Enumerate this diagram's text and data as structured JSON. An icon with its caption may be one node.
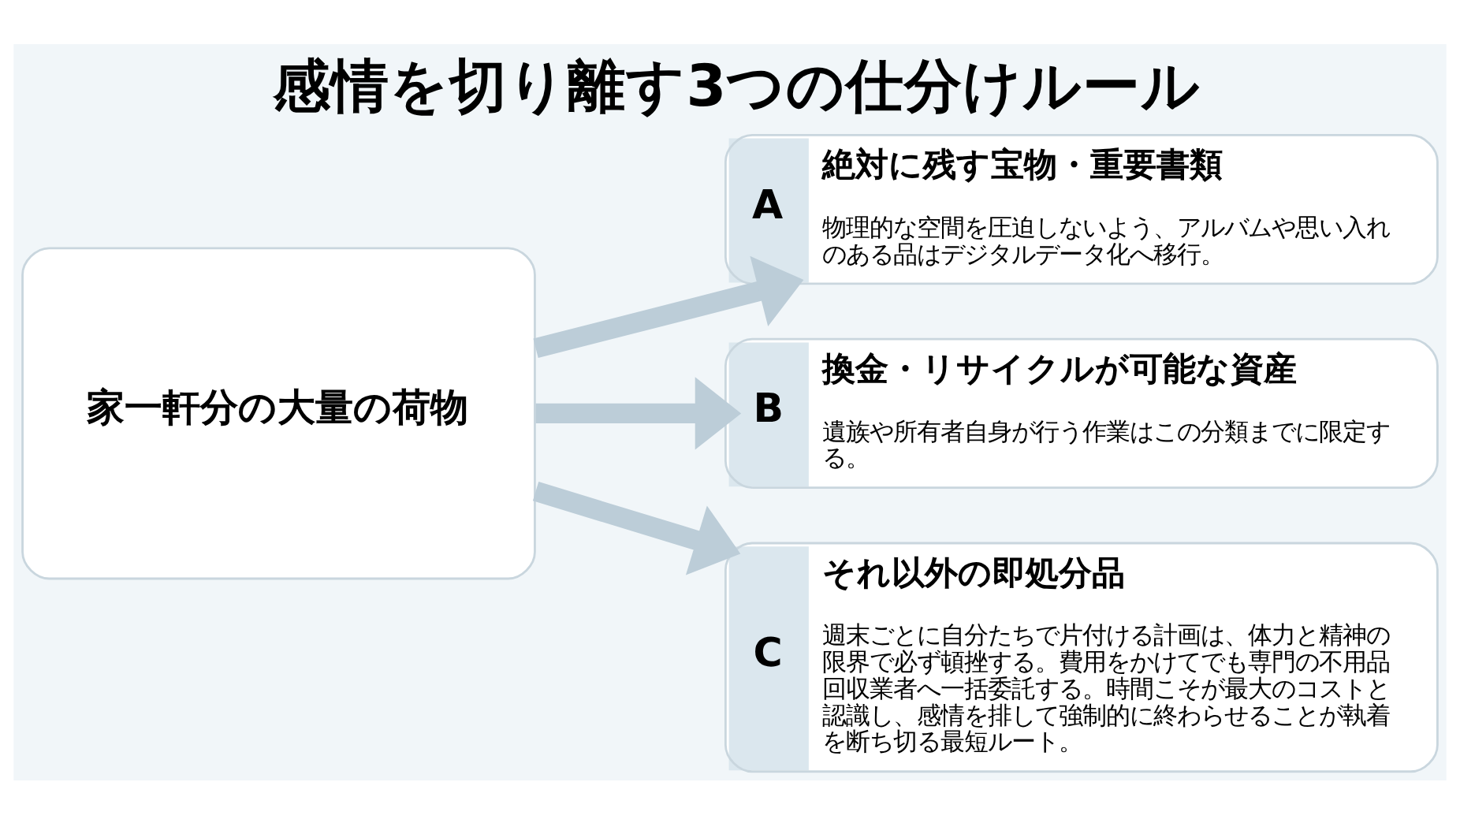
{
  "diagram": {
    "title": "感情を切り離す3つの仕分けルール",
    "nodes": [
      {
        "text": [
          "家一軒分の大量の荷物"
        ]
      },
      {
        "text": [
          "A",
          "絶対に残す宝物・重要書類",
          "物理的な空間を圧迫しないよう、アルバムや思い入れのある品はデジタルデータ化へ移行。"
        ]
      },
      {
        "text": [
          "B",
          "換金・リサイクルが可能な資産",
          "遺族や所有者自身が行う作業はこの分類までに限定する。"
        ]
      },
      {
        "text": [
          "C",
          "それ以外の即処分品",
          "週末ごとに自分たちで片付ける計画は、体力と精神の限界で必ず頓挫する。費用をかけてでも専門の不用品回収業者へ一括委託する。時間こそが最大のコストと認識し、感情を排して強制的に終わらせることが執着を断ち切る最短ルート。"
        ]
      }
    ],
    "edges": [
      {
        "from": 0,
        "to": 1,
        "arrow": "to"
      },
      {
        "from": 0,
        "to": 2,
        "arrow": "to"
      },
      {
        "from": 0,
        "to": 3,
        "arrow": "to"
      }
    ]
  }
}
